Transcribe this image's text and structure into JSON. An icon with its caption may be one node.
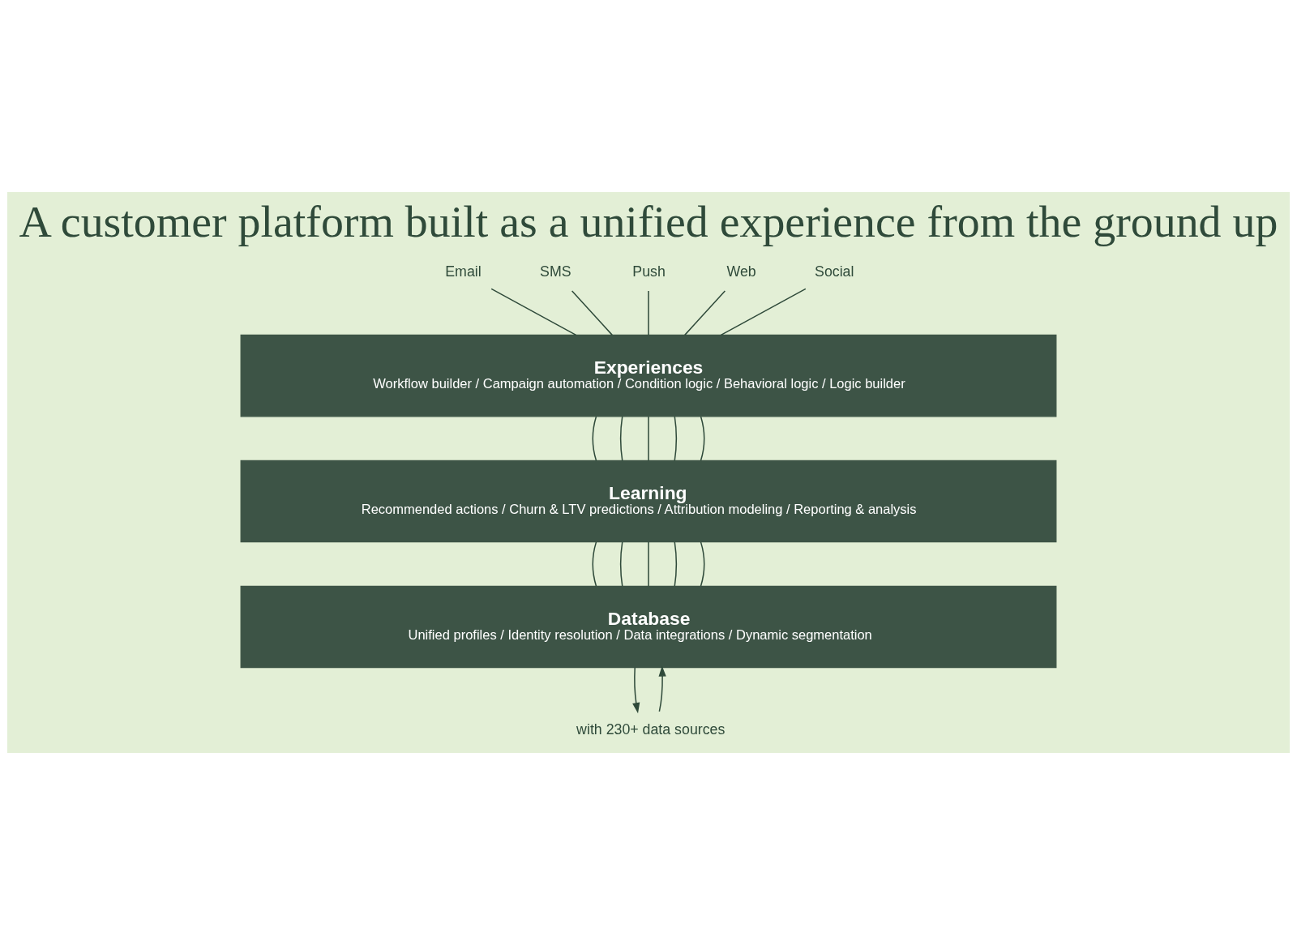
{
  "diagram": {
    "title": "A customer platform built as a unified experience from the ground up",
    "nodes": [
      {
        "text": [
          "Email"
        ]
      },
      {
        "text": [
          "SMS"
        ]
      },
      {
        "text": [
          "Push"
        ]
      },
      {
        "text": [
          "Web"
        ]
      },
      {
        "text": [
          "Social"
        ]
      },
      {
        "text": [
          "Experiences",
          "Workflow builder / Campaign automation / Condition logic / Behavioral logic / Logic builder"
        ]
      },
      {
        "text": [
          "Learning",
          "Recommended actions / Churn & LTV predictions / Attribution modeling / Reporting & analysis"
        ]
      },
      {
        "text": [
          "Database",
          "Unified profiles / Identity resolution / Data integrations / Dynamic segmentation"
        ]
      },
      {
        "text": [
          "with 230+ data sources"
        ]
      }
    ],
    "edges": [
      {
        "from": 0,
        "to": 5,
        "arrow": "none"
      },
      {
        "from": 1,
        "to": 5,
        "arrow": "none"
      },
      {
        "from": 2,
        "to": 5,
        "arrow": "none"
      },
      {
        "from": 3,
        "to": 5,
        "arrow": "none"
      },
      {
        "from": 4,
        "to": 5,
        "arrow": "none"
      },
      {
        "from": 5,
        "to": 6,
        "arrow": "none"
      },
      {
        "from": 5,
        "to": 6,
        "arrow": "none"
      },
      {
        "from": 5,
        "to": 6,
        "arrow": "none"
      },
      {
        "from": 5,
        "to": 6,
        "arrow": "none"
      },
      {
        "from": 5,
        "to": 6,
        "arrow": "none"
      },
      {
        "from": 6,
        "to": 7,
        "arrow": "none"
      },
      {
        "from": 6,
        "to": 7,
        "arrow": "none"
      },
      {
        "from": 6,
        "to": 7,
        "arrow": "none"
      },
      {
        "from": 6,
        "to": 7,
        "arrow": "none"
      },
      {
        "from": 6,
        "to": 7,
        "arrow": "none"
      },
      {
        "from": 7,
        "to": 8,
        "arrow": "to"
      },
      {
        "from": 8,
        "to": 7,
        "arrow": "to"
      }
    ]
  }
}
